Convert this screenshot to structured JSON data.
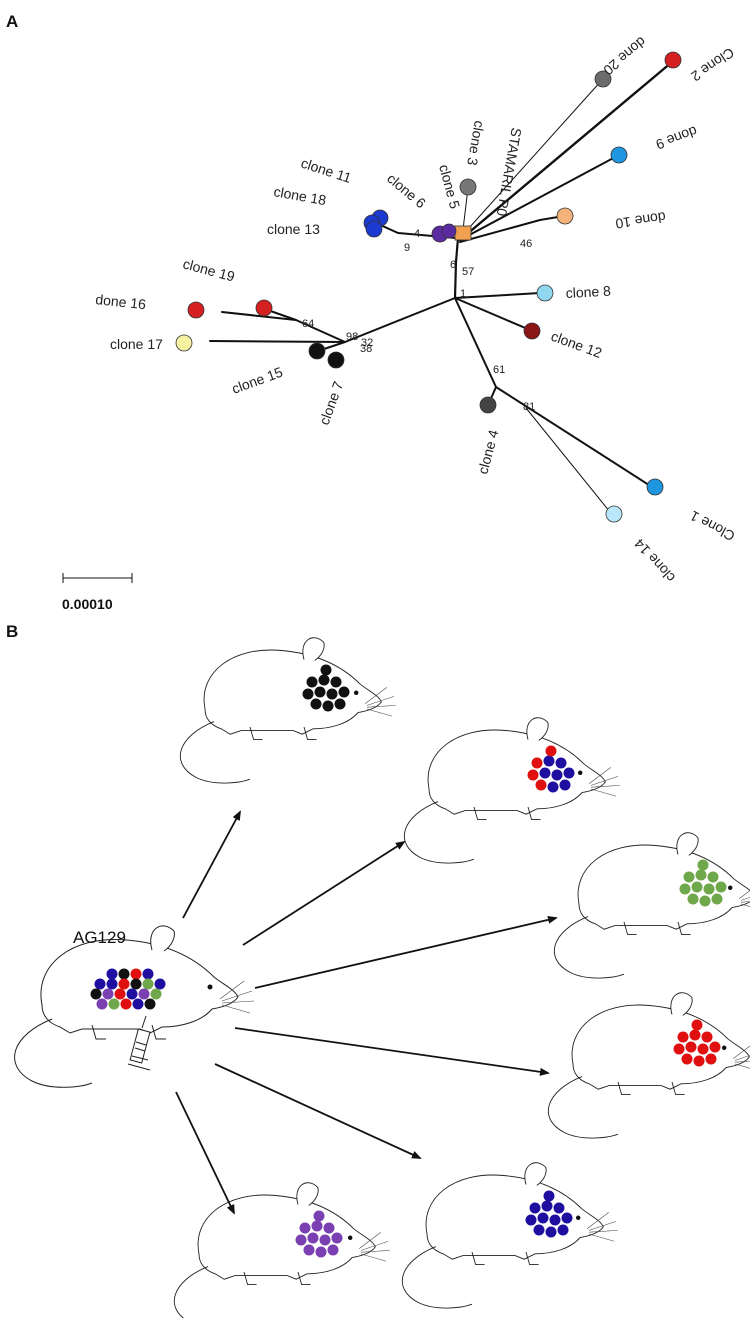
{
  "panels": {
    "a": "A",
    "b": "B"
  },
  "tree": {
    "root_label": "STAMARIL P0",
    "scale_bar_label": "0.00010",
    "clones": [
      {
        "id": "clone20",
        "label": "done 20",
        "color": "#6b6b6b"
      },
      {
        "id": "clone2",
        "label": "Clone 2",
        "color": "#d42020"
      },
      {
        "id": "clone9",
        "label": "done 9",
        "color": "#1e96e0"
      },
      {
        "id": "clone10",
        "label": "done 10",
        "color": "#f4b37a"
      },
      {
        "id": "clone3",
        "label": "clone 3",
        "color": "#777777"
      },
      {
        "id": "clone5",
        "label": "clone 5",
        "color": "#f0a050"
      },
      {
        "id": "clone6",
        "label": "clone 6",
        "color": "#5a2aa0"
      },
      {
        "id": "clone11",
        "label": "clone 11",
        "color": "#1a3ad0"
      },
      {
        "id": "clone18",
        "label": "clone 18",
        "color": "#1a3ad0"
      },
      {
        "id": "clone13",
        "label": "clone 13",
        "color": "#1a3ad0"
      },
      {
        "id": "clone8",
        "label": "clone 8",
        "color": "#8fd8f0"
      },
      {
        "id": "clone12",
        "label": "clone 12",
        "color": "#8a1515"
      },
      {
        "id": "clone4",
        "label": "clone 4",
        "color": "#444444"
      },
      {
        "id": "clone1",
        "label": "Clone 1",
        "color": "#1e96e0"
      },
      {
        "id": "clone14",
        "label": "clone 14",
        "color": "#b8e8fa"
      },
      {
        "id": "clone19",
        "label": "clone 19",
        "color": "#d42020"
      },
      {
        "id": "clone16",
        "label": "done 16",
        "color": "#d42020"
      },
      {
        "id": "clone17",
        "label": "clone 17",
        "color": "#f7f3a0"
      },
      {
        "id": "clone15",
        "label": "clone 15",
        "color": "#111111"
      },
      {
        "id": "clone7",
        "label": "clone 7",
        "color": "#111111"
      }
    ],
    "bootstrap": {
      "b46": "46",
      "b4": "4",
      "b9": "9",
      "b6": "6",
      "b57": "57",
      "b1": "1",
      "b64": "64",
      "b98": "98",
      "b32": "32",
      "b38": "38",
      "b61": "61",
      "b81": "81"
    }
  },
  "panel_b": {
    "source_mouse_label": "AG129",
    "source_dots": [
      "#1f0fa0",
      "#111111",
      "#e01010",
      "#1f0fa0",
      "#1f0fa0",
      "#1f0fa0",
      "#e01010",
      "#111111",
      "#6fa84a",
      "#1f0fa0",
      "#111111",
      "#7a3fb0",
      "#e01010",
      "#1f0fa0",
      "#7a3fb0",
      "#6fa84a",
      "#7a3fb0",
      "#6fa84a",
      "#e01010",
      "#1f0fa0",
      "#111111",
      "#e01010",
      "#7a3fb0"
    ],
    "recipients": [
      {
        "id": "black",
        "dot_color": "#111111"
      },
      {
        "id": "mixed",
        "dot_color": "#1f0fa0",
        "accent": "#e01010"
      },
      {
        "id": "green",
        "dot_color": "#6fa84a"
      },
      {
        "id": "red",
        "dot_color": "#e01010"
      },
      {
        "id": "blue",
        "dot_color": "#1f0fa0"
      },
      {
        "id": "purple",
        "dot_color": "#7a3fb0"
      }
    ]
  }
}
